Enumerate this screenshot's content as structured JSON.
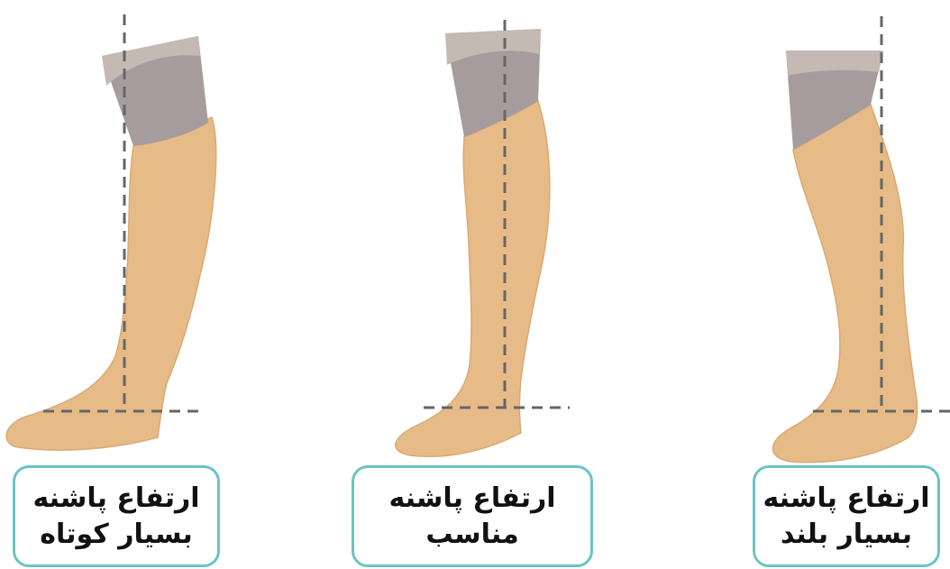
{
  "panels": [
    {
      "id": "short",
      "label_line1": "ارتفاع پاشنه",
      "label_line2": "بسیار کوتاه"
    },
    {
      "id": "proper",
      "label_line1": "ارتفاع پاشنه",
      "label_line2": "مناسب"
    },
    {
      "id": "high",
      "label_line1": "ارتفاع پاشنه",
      "label_line2": "بسیار بلند"
    }
  ],
  "colors": {
    "skin": "#e6bb88",
    "skin_outline": "#d9aa74",
    "sock_dark": "#a69c9e",
    "sock_light": "#c4b9b3",
    "guide_line": "#666666",
    "box_border": "#6cc3c4",
    "text": "#111111"
  }
}
